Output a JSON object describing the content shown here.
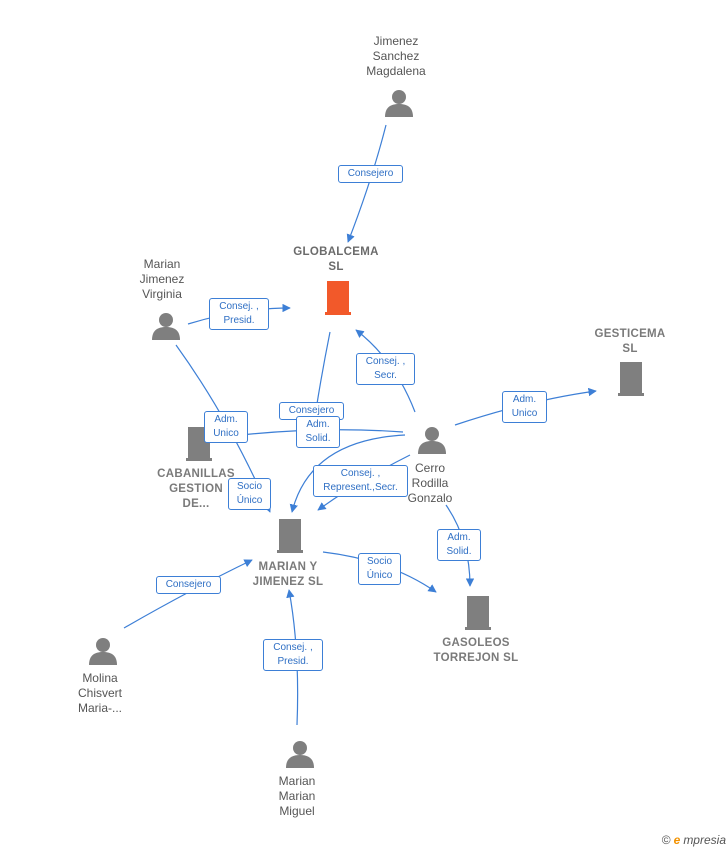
{
  "nodes": {
    "globalcema": {
      "label": "GLOBALCEMA\nSL",
      "kind": "company",
      "main": true
    },
    "gesticema": {
      "label": "GESTICEMA\nSL",
      "kind": "company"
    },
    "cabanillas": {
      "label": "CABANILLAS\nGESTION\nDE...",
      "kind": "company"
    },
    "marian_y_jimenez": {
      "label": "MARIAN Y\nJIMENEZ  SL",
      "kind": "company"
    },
    "gasoleos": {
      "label": "GASOLEOS\nTORREJON SL",
      "kind": "company"
    },
    "jimenez_sanchez": {
      "label": "Jimenez\nSanchez\nMagdalena",
      "kind": "person"
    },
    "marian_jimenez": {
      "label": "Marian\nJimenez\nVirginia",
      "kind": "person"
    },
    "cerro_rodilla": {
      "label": "Cerro\nRodilla\nGonzalo",
      "kind": "person"
    },
    "molina_chisvert": {
      "label": "Molina\nChisvert\nMaria-...",
      "kind": "person"
    },
    "marian_marian": {
      "label": "Marian\nMarian\nMiguel",
      "kind": "person"
    }
  },
  "edges": {
    "e1": "Consejero",
    "e2": "Consej. ,\nPresid.",
    "e3": "Consej. ,\nSecr.",
    "e4": "Adm.\nUnico",
    "e5": "Consejero",
    "e6": "Adm.\nUnico",
    "e7": "Adm.\nSolid.",
    "e8": "Consej. ,\nRepresent.,Secr.",
    "e9": "Socio\nÚnico",
    "e10": "Adm.\nSolid.",
    "e11": "Socio\nÚnico",
    "e12": "Consejero",
    "e13": "Consej. ,\nPresid."
  },
  "colors": {
    "edge": "#3d7fd6",
    "company_icon": "#7f7f7f",
    "main_company_icon": "#f2592a",
    "person_icon": "#7f7f7f"
  },
  "footer": {
    "copyright": "©",
    "brand_initial": "e",
    "brand_rest": "mpresia"
  }
}
